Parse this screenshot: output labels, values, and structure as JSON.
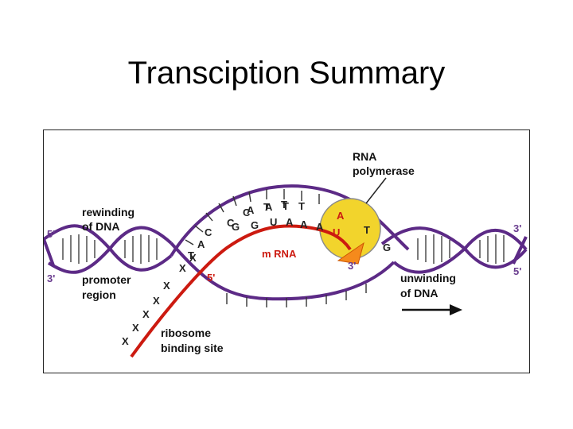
{
  "slide": {
    "title": "Transciption Summary"
  },
  "diagram": {
    "colors": {
      "dna_strand": "#5c2a86",
      "rna_strand": "#cc1a10",
      "polymerase": "#f2d42c",
      "polymerase_outline": "#8a8a8a",
      "arrow": "#f58a1c",
      "end_label": "#6a3d8f",
      "base_black": "#222222",
      "base_red": "#cc1a10"
    },
    "labels": {
      "rna_polymerase": [
        "RNA",
        "polymerase"
      ],
      "rewinding": [
        "rewinding",
        "of DNA"
      ],
      "promoter": [
        "promoter",
        "region"
      ],
      "ribosome": [
        "ribosome",
        "binding site"
      ],
      "unwinding": [
        "unwinding",
        "of DNA"
      ],
      "mrna": "m RNA",
      "mrna_five_prime": "5'",
      "mrna_three_prime": "3'",
      "left_top_end": "5'",
      "left_bottom_end": "3'",
      "right_top_end": "3'",
      "right_bottom_end": "5'"
    },
    "template_bases": [
      "A",
      "T",
      "C",
      "G",
      "G",
      "U",
      "A",
      "A",
      "U",
      "A",
      "T"
    ],
    "template_base_colors": [
      "black",
      "black",
      "black",
      "black",
      "black",
      "black",
      "black",
      "black",
      "red",
      "black",
      "black"
    ],
    "coding_bases": [
      "T",
      "A",
      "C",
      "C",
      "A",
      "T",
      "T",
      "T",
      "A",
      "G"
    ],
    "coding_base_colors": [
      "black",
      "black",
      "black",
      "black",
      "black",
      "black",
      "black",
      "black",
      "red",
      "black"
    ],
    "rbs_marks": [
      "X",
      "X",
      "X",
      "X",
      "X"
    ],
    "transcript_end_marks": [
      "X",
      "X"
    ]
  }
}
